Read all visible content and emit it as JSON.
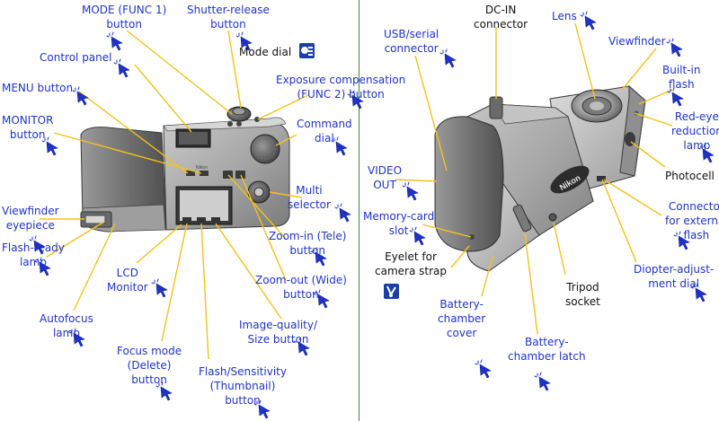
{
  "colors": {
    "link": "#1f33c8",
    "leader_line": "#f2c21a",
    "divider": "#2f8f3a",
    "badge": "#1a3fa8"
  },
  "icons": {
    "pointer": "hand-cursor-icon",
    "mode_dial_badge": "dial-icon",
    "strap_badge": "strap-icon"
  },
  "back_view": {
    "mode_func1": [
      "MODE (FUNC 1)",
      "button"
    ],
    "shutter_release": [
      "Shutter-release",
      "button"
    ],
    "mode_dial": "Mode dial",
    "control_panel": "Control panel",
    "exposure_comp": [
      "Exposure compensation",
      "(FUNC 2) button"
    ],
    "menu_button": "MENU button",
    "monitor_button": [
      "MONITOR",
      "button"
    ],
    "command_dial": [
      "Command",
      "dial"
    ],
    "multi_selector": [
      "Multi",
      "selector"
    ],
    "viewfinder_eyepiece": [
      "Viewfinder",
      "eyepiece"
    ],
    "zoom_in": [
      "Zoom-in (Tele)",
      "button"
    ],
    "flash_ready": [
      "Flash-ready",
      "lamp"
    ],
    "lcd_monitor": [
      "LCD",
      "Monitor"
    ],
    "zoom_out": [
      "Zoom-out (Wide)",
      "button"
    ],
    "autofocus_lamp": [
      "Autofocus",
      "lamp"
    ],
    "image_quality": [
      "Image-quality/",
      "Size button"
    ],
    "focus_mode": [
      "Focus mode",
      "(Delete)",
      "button"
    ],
    "flash_sensitivity": [
      "Flash/Sensitivity",
      "(Thumbnail)",
      "button"
    ],
    "brand_text": "Nikon"
  },
  "front_view": {
    "usb_serial": [
      "USB/serial",
      "connector"
    ],
    "dc_in": [
      "DC-IN",
      "connector"
    ],
    "lens": "Lens",
    "viewfinder": "Viewfinder",
    "builtin_flash": [
      "Built-in",
      "flash"
    ],
    "red_eye": [
      "Red-eye",
      "reduction",
      "lamp"
    ],
    "photocell": "Photocell",
    "video_out": [
      "VIDEO",
      "OUT"
    ],
    "memory_card": [
      "Memory-card",
      "slot"
    ],
    "eyelet": [
      "Eyelet for",
      "camera strap"
    ],
    "connector_flash": [
      "Connector",
      "for external",
      "flash"
    ],
    "diopter": [
      "Diopter-adjust-",
      "ment dial"
    ],
    "tripod": [
      "Tripod",
      "socket"
    ],
    "battery_cover": [
      "Battery-",
      "chamber",
      "cover"
    ],
    "battery_latch": [
      "Battery-",
      "chamber latch"
    ],
    "brand_text": "Nikon"
  }
}
